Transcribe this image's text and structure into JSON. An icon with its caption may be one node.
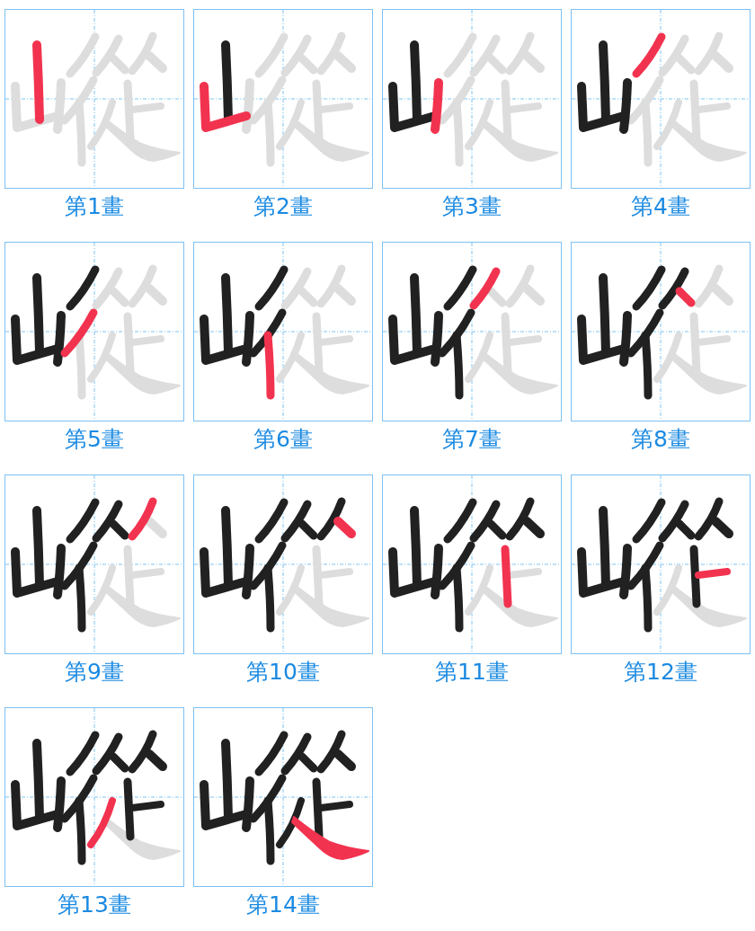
{
  "diagram": {
    "labels": [
      "第1畫",
      "第2畫",
      "第3畫",
      "第4畫",
      "第5畫",
      "第6畫",
      "第7畫",
      "第8畫",
      "第9畫",
      "第10畫",
      "第11畫",
      "第12畫",
      "第13畫",
      "第14畫"
    ]
  }
}
